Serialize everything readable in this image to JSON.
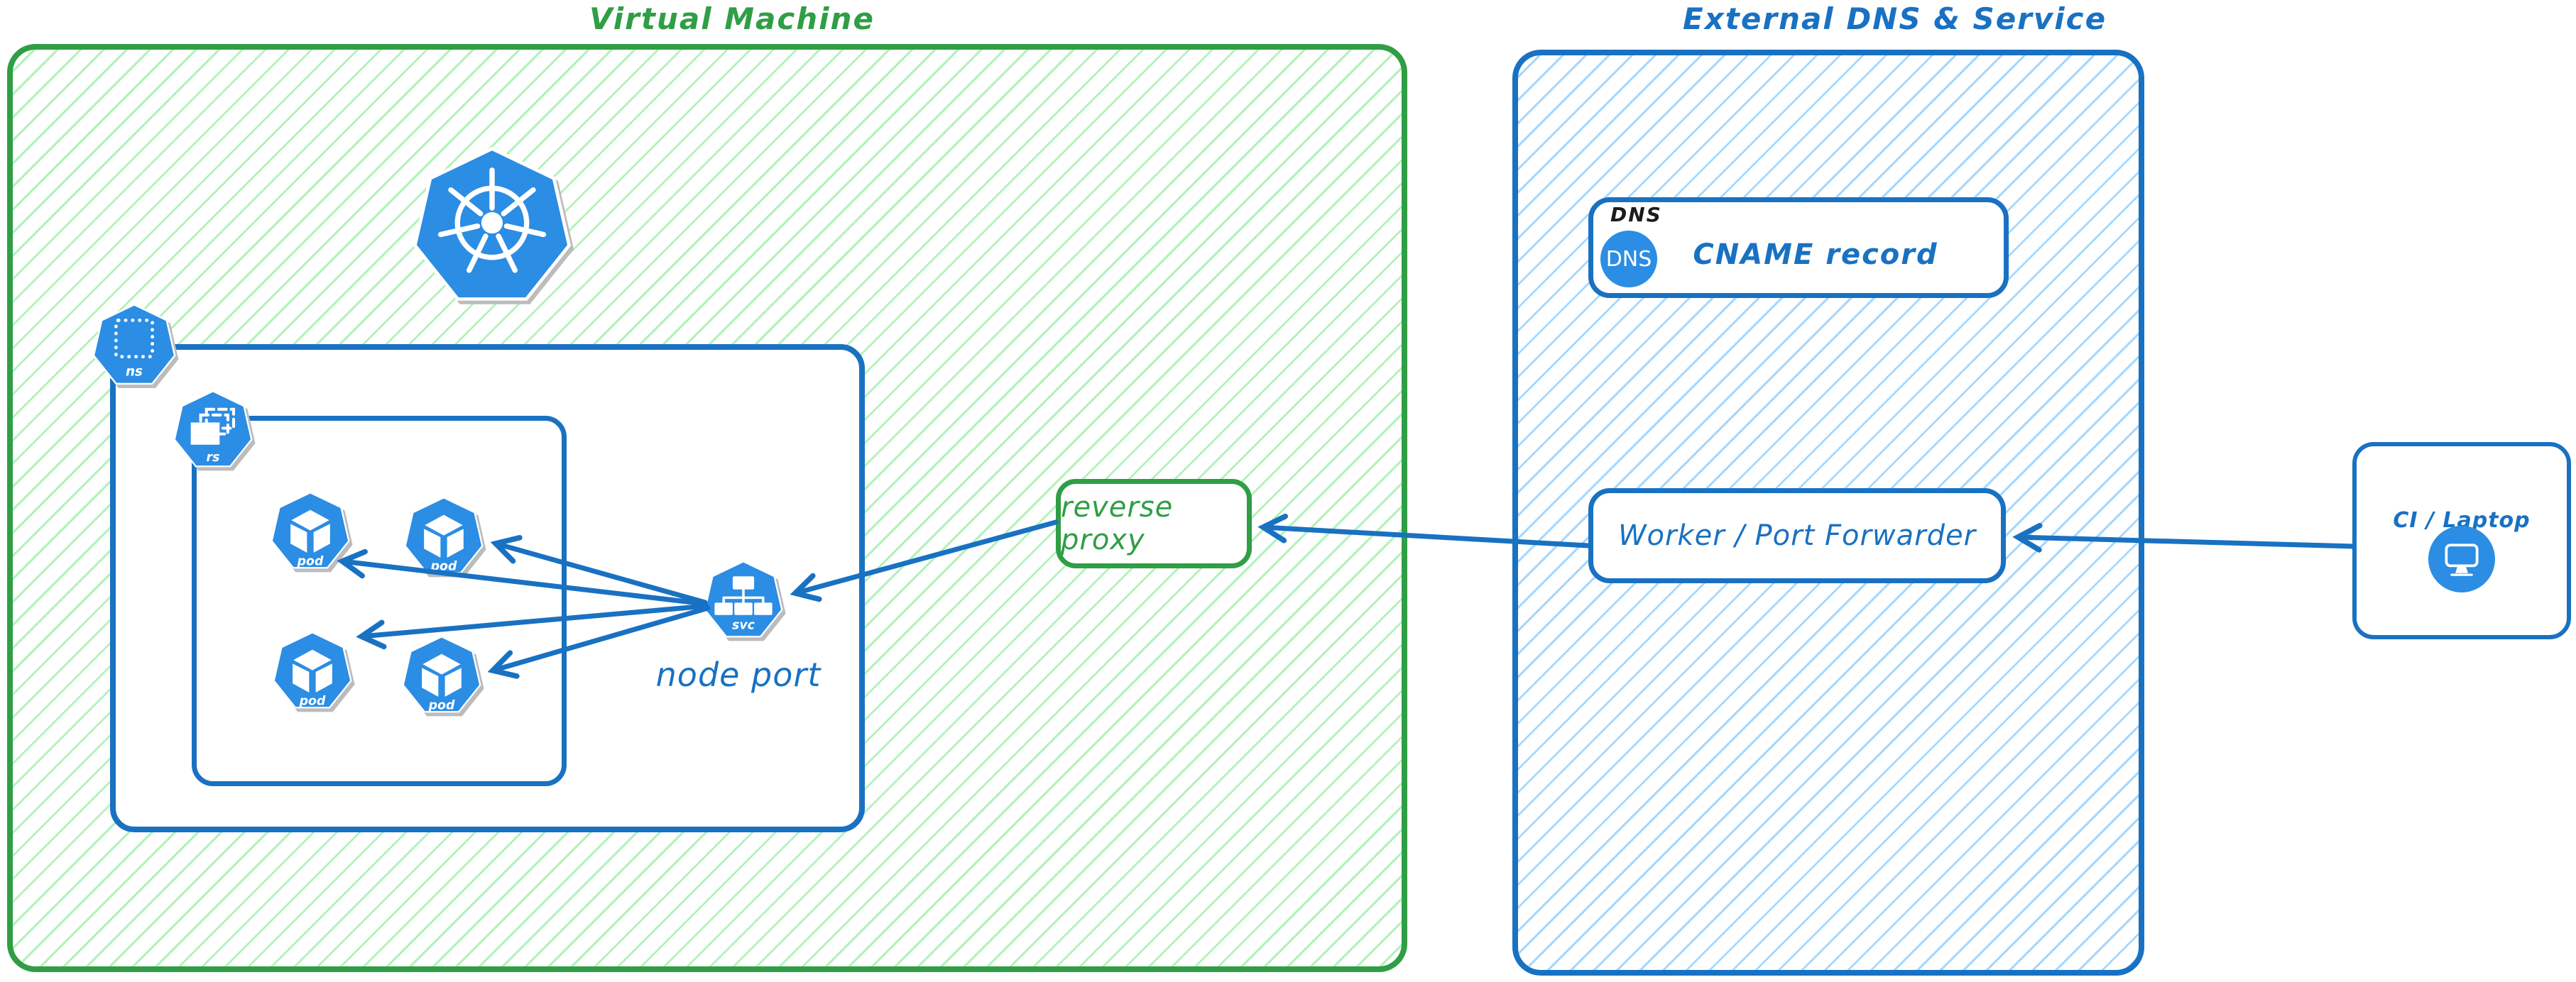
{
  "vm_region": {
    "title": "Virtual Machine"
  },
  "external_region": {
    "title": "External DNS & Service"
  },
  "kubernetes": {
    "namespace_label": "ns",
    "replicaset_label": "rs",
    "pod_label": "pod",
    "pod_count": 4,
    "service_label": "svc",
    "service_caption": "node port"
  },
  "reverse_proxy": {
    "label": "reverse proxy"
  },
  "dns": {
    "tag": "DNS",
    "icon_text": "DNS",
    "record_label": "CNAME record"
  },
  "worker": {
    "label": "Worker / Port Forwarder"
  },
  "ci": {
    "label": "CI / Laptop"
  },
  "connections": [
    {
      "from": "ci-laptop",
      "to": "worker-port-forwarder"
    },
    {
      "from": "worker-port-forwarder",
      "to": "reverse-proxy"
    },
    {
      "from": "reverse-proxy",
      "to": "node-port-service"
    },
    {
      "from": "node-port-service",
      "to": "pod-1"
    },
    {
      "from": "node-port-service",
      "to": "pod-2"
    },
    {
      "from": "node-port-service",
      "to": "pod-3"
    },
    {
      "from": "node-port-service",
      "to": "pod-4"
    }
  ],
  "colors": {
    "green": "#2f9e44",
    "green_hatch": "#b2f2bb",
    "blue": "#1971c2",
    "blue_hatch": "#a5d8ff",
    "icon_blue": "#2b8de4"
  }
}
